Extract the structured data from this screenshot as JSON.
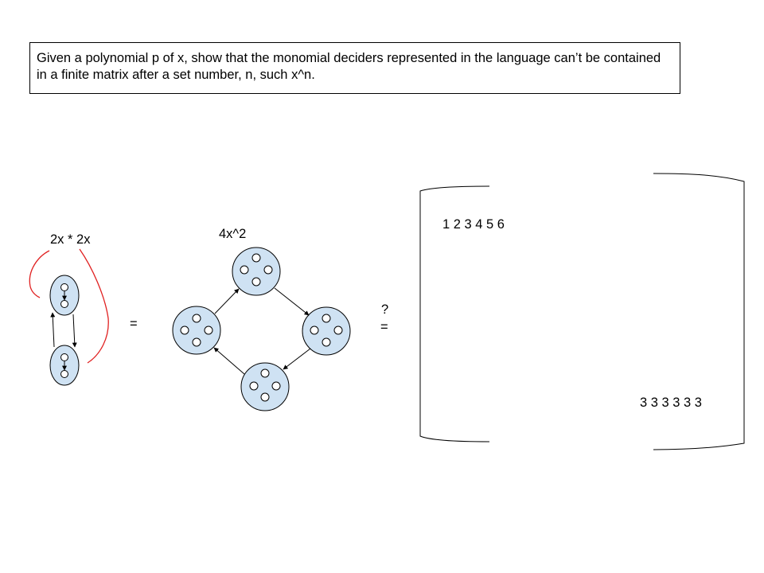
{
  "prompt": {
    "text": "Given a polynomial p of x, show that the monomial deciders represented in the language can’t be contained in a finite matrix after a set number, n, such x^n."
  },
  "diagram": {
    "left_label": "2x * 2x",
    "equals_1": "=",
    "right_label": "4x^2",
    "question_mark": "?",
    "equals_2": "=",
    "matrix_top_row": "1 2 3 4 5 6",
    "matrix_bottom_row": "3 3 3 3 3 3"
  },
  "colors": {
    "node_fill": "#cfe2f3",
    "stroke": "#000000",
    "annotation": "#e02020"
  }
}
